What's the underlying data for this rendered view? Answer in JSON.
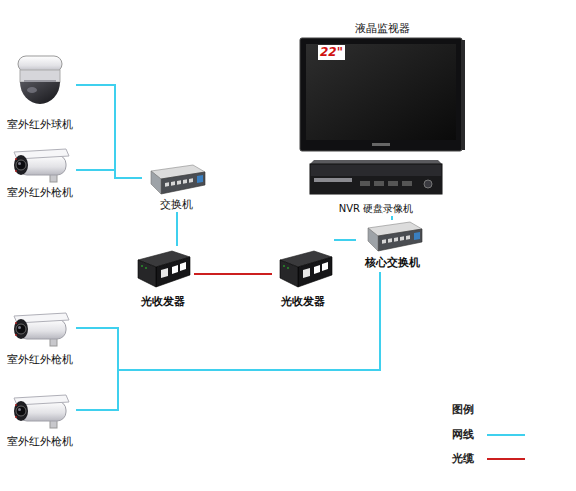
{
  "diagram": {
    "nodes": [
      {
        "text": [
          "室外红外球机"
        ]
      },
      {
        "text": [
          "室外红外枪机"
        ]
      },
      {
        "text": [
          "交换机"
        ]
      },
      {
        "text": [
          "光收发器"
        ]
      },
      {
        "text": [
          "光收发器"
        ]
      },
      {
        "text": [
          "液晶监视器",
          "22\""
        ]
      },
      {
        "text": [
          "NVR 硬盘录像机"
        ]
      },
      {
        "text": [
          "核心交换机"
        ]
      },
      {
        "text": [
          "室外红外枪机"
        ]
      },
      {
        "text": [
          "室外红外枪机"
        ]
      }
    ],
    "edges": [
      {
        "from": 0,
        "to": 2,
        "arrow": "none"
      },
      {
        "from": 1,
        "to": 2,
        "arrow": "none"
      },
      {
        "from": 2,
        "to": 3,
        "arrow": "none"
      },
      {
        "from": 3,
        "to": 4,
        "arrow": "none"
      },
      {
        "from": 4,
        "to": 7,
        "arrow": "none"
      },
      {
        "from": 7,
        "to": 6,
        "arrow": "none"
      },
      {
        "from": 8,
        "to": 7,
        "arrow": "none"
      },
      {
        "from": 9,
        "to": 7,
        "arrow": "none"
      }
    ],
    "labels": [
      "图例"
    ],
    "legend": [
      {
        "text": "网线"
      },
      {
        "text": "光缆"
      }
    ]
  }
}
